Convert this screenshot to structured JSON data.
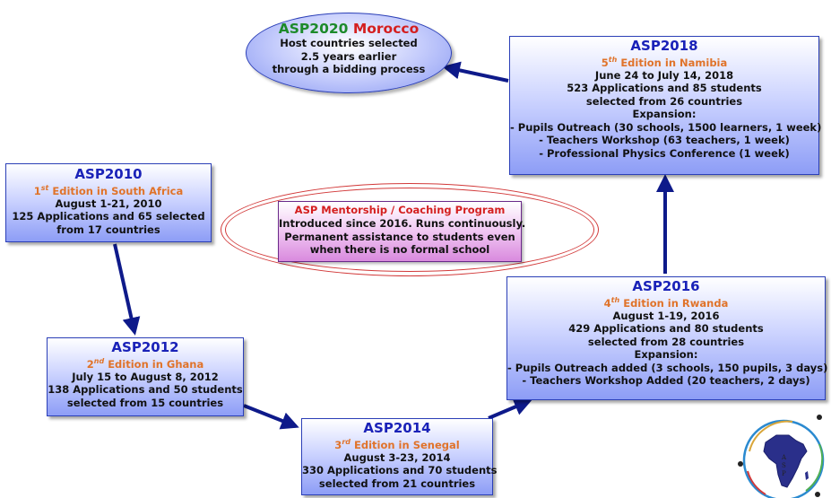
{
  "colors": {
    "title_blue": "#1a22b8",
    "edition_orange": "#e0732a",
    "morocco_green": "#1d8a2a",
    "morocco_red": "#d41f1f",
    "arrow_navy": "#0e1a8a"
  },
  "asp2020": {
    "title_part1": "ASP2020",
    "title_part2": "Morocco",
    "lines": [
      "Host countries selected",
      "2.5 years earlier",
      "through a bidding process"
    ]
  },
  "asp2018": {
    "title": "ASP2018",
    "edition_num": "5",
    "edition_sup": "th",
    "edition_text": "Edition in Namibia",
    "lines": [
      "June 24 to July 14, 2018",
      "523 Applications and 85 students",
      "selected from 26 countries",
      "Expansion:",
      "- Pupils Outreach (30 schools, 1500 learners, 1 week)",
      "- Teachers Workshop (63 teachers, 1 week)",
      "- Professional Physics Conference (1 week)"
    ]
  },
  "asp2010": {
    "title": "ASP2010",
    "edition_num": "1",
    "edition_sup": "st",
    "edition_text": "Edition in South Africa",
    "lines": [
      "August 1-21, 2010",
      "125 Applications and 65 selected",
      "from 17 countries"
    ]
  },
  "mentorship": {
    "title": "ASP Mentorship / Coaching Program",
    "lines": [
      "Introduced since 2016. Runs continuously.",
      "Permanent assistance to students even",
      "when there is no formal school"
    ]
  },
  "asp2016": {
    "title": "ASP2016",
    "edition_num": "4",
    "edition_sup": "th",
    "edition_text": "Edition in Rwanda",
    "lines": [
      "August 1-19, 2016",
      "429 Applications and 80 students",
      "selected from 28 countries",
      "Expansion:",
      "- Pupils Outreach added (3 schools, 150 pupils, 3 days)",
      "- Teachers Workshop Added (20 teachers, 2 days)"
    ]
  },
  "asp2012": {
    "title": "ASP2012",
    "edition_num": "2",
    "edition_sup": "nd",
    "edition_text": "Edition in Ghana",
    "lines": [
      "July 15 to August 8, 2012",
      "138 Applications and 50 students",
      "selected from 15 countries"
    ]
  },
  "asp2014": {
    "title": "ASP2014",
    "edition_num": "3",
    "edition_sup": "rd",
    "edition_text": "Edition in Senegal",
    "lines": [
      "August 3-23, 2014",
      "330 Applications and 70 students",
      "selected from 21 countries"
    ]
  },
  "logo": {
    "icon": "asp-africa-logo-icon",
    "letters": [
      "A",
      "S",
      "P"
    ]
  }
}
